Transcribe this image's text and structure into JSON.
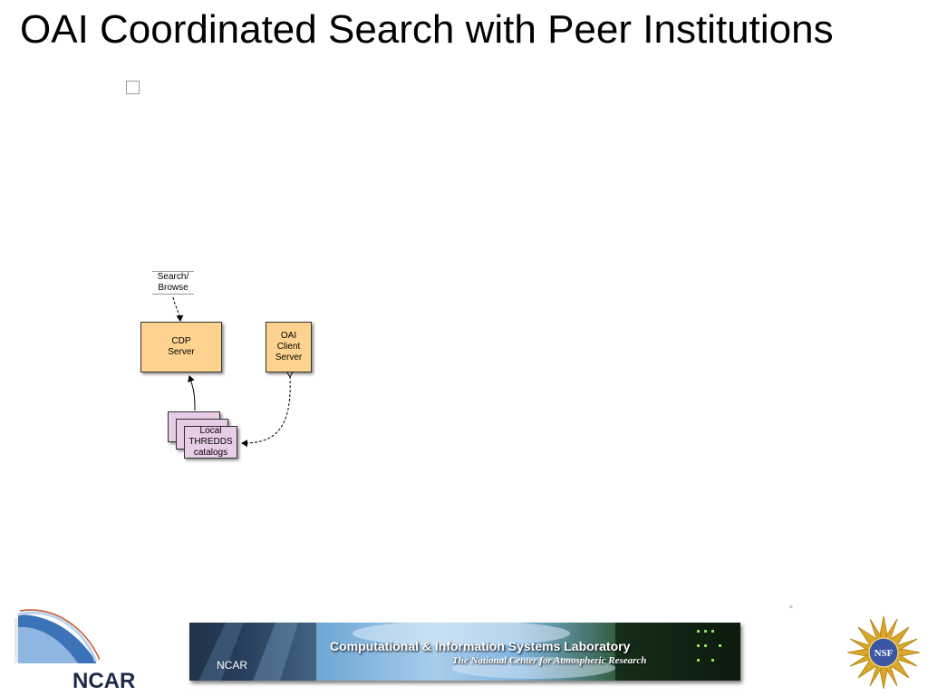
{
  "slide": {
    "title": "OAI Coordinated Search with Peer Institutions"
  },
  "diagram": {
    "search_label": "Search/\nBrowse",
    "cdp_server": "CDP\nServer",
    "oai_client_server": "OAI\nClient\nServer",
    "local_catalogs": "Local\nTHREDDS\ncatalogs",
    "colors": {
      "server_fill": "#fdd38f",
      "catalog_fill": "#e7cde6"
    }
  },
  "footer": {
    "ncar_logo_text": "NCAR",
    "banner_ncar": "NCAR",
    "banner_title": "Computational & Information Systems Laboratory",
    "banner_subtitle": "The National Center for Atmospheric Research",
    "nsf_logo_text": "NSF"
  },
  "icons": {
    "checkbox": "empty-checkbox-icon",
    "ncar": "ncar-logo-icon",
    "nsf": "nsf-logo-icon"
  }
}
